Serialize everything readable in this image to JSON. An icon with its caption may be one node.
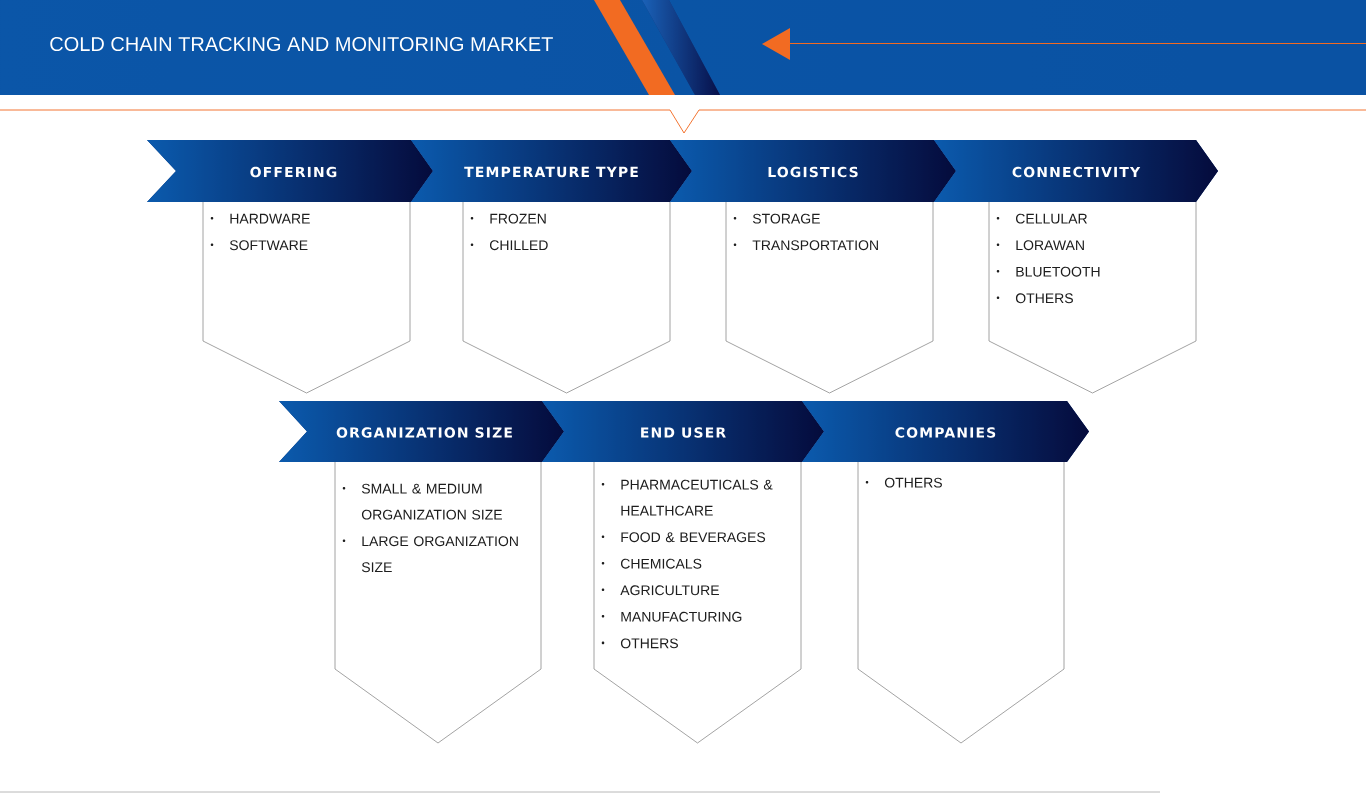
{
  "diagram": {
    "title": "COLD CHAIN TRACKING AND MONITORING MARKET",
    "nodes": [
      {
        "text": [
          "OFFERING"
        ]
      },
      {
        "text": [
          "HARDWARE",
          "SOFTWARE"
        ]
      },
      {
        "text": [
          "TEMPERATURE TYPE"
        ]
      },
      {
        "text": [
          "FROZEN",
          "CHILLED"
        ]
      },
      {
        "text": [
          "LOGISTICS"
        ]
      },
      {
        "text": [
          "STORAGE",
          "TRANSPORTATION"
        ]
      },
      {
        "text": [
          "CONNECTIVITY"
        ]
      },
      {
        "text": [
          "CELLULAR",
          "LORAWAN",
          "BLUETOOTH",
          "OTHERS"
        ]
      },
      {
        "text": [
          "ORGANIZATION SIZE"
        ]
      },
      {
        "text": [
          "SMALL & MEDIUM ORGANIZATION SIZE",
          "LARGE ORGANIZATION SIZE"
        ]
      },
      {
        "text": [
          "END USER"
        ]
      },
      {
        "text": [
          "PHARMACEUTICALS & HEALTHCARE",
          "FOOD & BEVERAGES",
          "CHEMICALS",
          "AGRICULTURE",
          "MANUFACTURING",
          "OTHERS"
        ]
      },
      {
        "text": [
          "COMPANIES"
        ]
      },
      {
        "text": [
          "OTHERS"
        ]
      }
    ]
  }
}
